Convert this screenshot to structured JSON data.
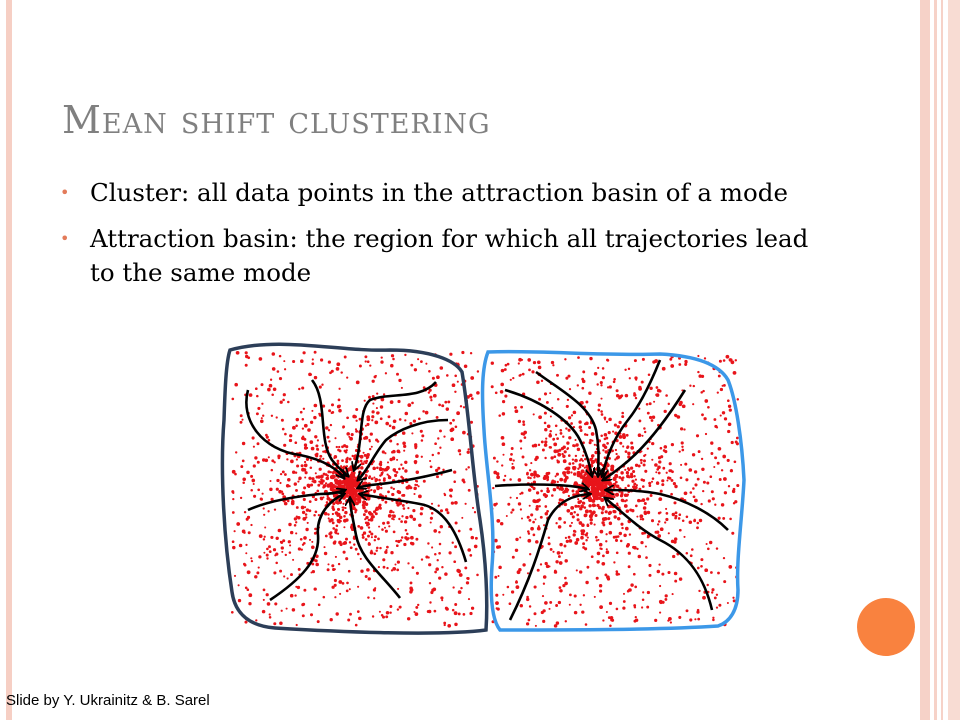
{
  "slide": {
    "title": "Mean shift clustering",
    "bullets": [
      "Cluster: all data points in the attraction basin of a mode",
      "Attraction basin: the region for which all trajectories lead to the same mode"
    ],
    "credit": "Slide by Y. Ukrainitz & B. Sarel"
  },
  "colors": {
    "points": "#e8141a",
    "basin_left": "#2c3e58",
    "basin_right": "#3c98e8",
    "trajectory": "#000000",
    "accent": "#f9823f"
  },
  "diagram": {
    "basins": [
      {
        "name": "left",
        "points": 1200,
        "trajectories": 9
      },
      {
        "name": "right",
        "points": 1200,
        "trajectories": 9
      }
    ]
  }
}
